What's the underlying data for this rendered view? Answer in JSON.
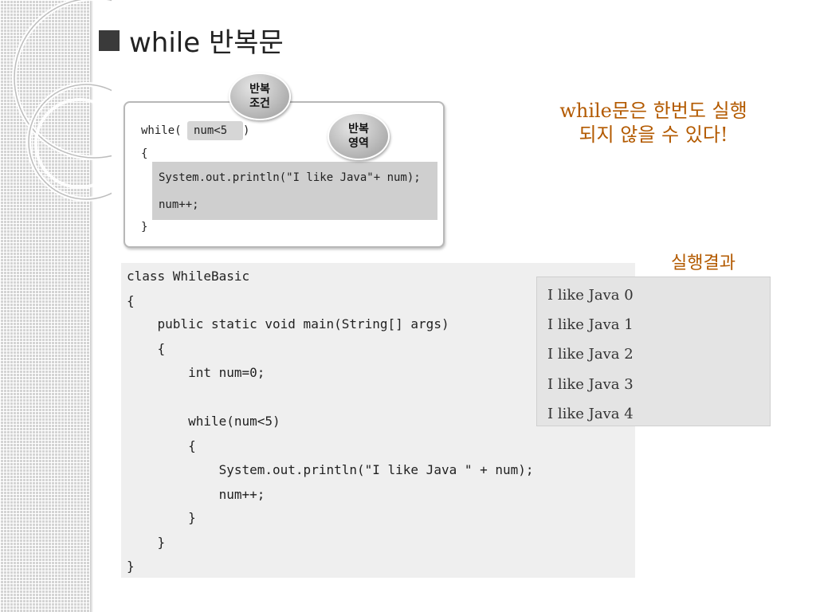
{
  "title": "while 반복문",
  "snippet": {
    "line_while_prefix": "while(",
    "line_condition": "num<5",
    "line_while_suffix": ")",
    "line_open": "{",
    "line_print": "System.out.println(\"I like Java\"+ num);",
    "line_increment": "num++;",
    "line_close": "}"
  },
  "bubbles": {
    "condition": [
      "반복",
      "조건"
    ],
    "body": [
      "반복",
      "영역"
    ]
  },
  "note_lines": [
    "while문은 한번도 실행",
    "되지 않을 수 있다!"
  ],
  "result_label": "실행결과",
  "result_lines": [
    "I like Java 0",
    "I like Java 1",
    "I like Java 2",
    "I like Java 3",
    "I like Java 4"
  ],
  "code_lines": [
    "class WhileBasic",
    "{",
    "    public static void main(String[] args)",
    "    {",
    "        int num=0;",
    "",
    "        while(num<5)",
    "        {",
    "            System.out.println(\"I like Java \" + num);",
    "            num++;",
    "        }",
    "    }",
    "}"
  ],
  "colors": {
    "accent_text": "#b35a00",
    "code_panel_bg": "#efefef",
    "result_bg": "#e4e4e4"
  }
}
